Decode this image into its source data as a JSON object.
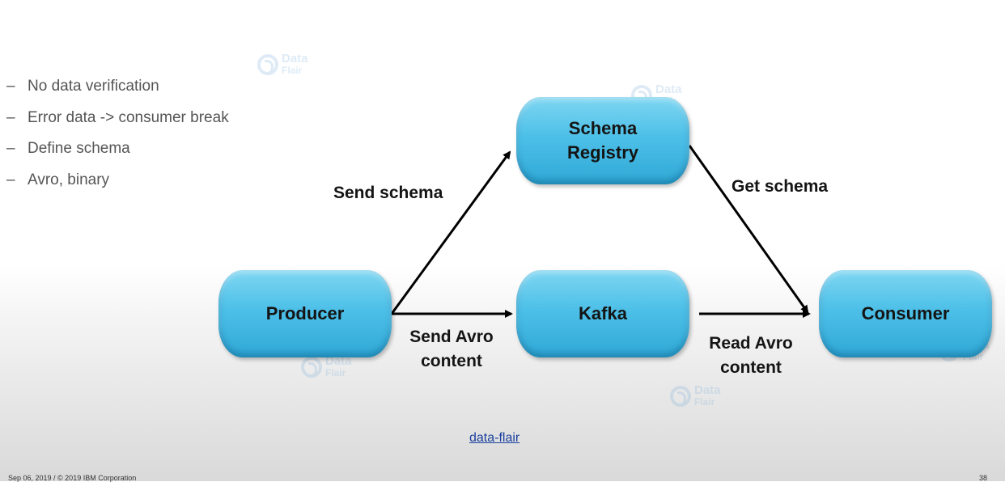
{
  "bullets": [
    "No data verification",
    "Error data -> consumer break",
    "Define schema",
    "Avro, binary"
  ],
  "bullet_marker": "–",
  "nodes": {
    "schema_registry": [
      "Schema",
      "Registry"
    ],
    "producer": "Producer",
    "kafka": "Kafka",
    "consumer": "Consumer"
  },
  "edges": {
    "send_schema": "Send schema",
    "get_schema": "Get schema",
    "send_avro": [
      "Send Avro",
      "content"
    ],
    "read_avro": [
      "Read Avro",
      "content"
    ]
  },
  "watermark": {
    "line1": "Data",
    "line2": "Flair"
  },
  "link_text": "data-flair",
  "footer": {
    "left": "Sep 06, 2019 / © 2019 IBM Corporation",
    "right": "38"
  },
  "colors": {
    "node_fill": "#4dc0e8",
    "arrow": "#000000",
    "link": "#1a3f9c"
  }
}
